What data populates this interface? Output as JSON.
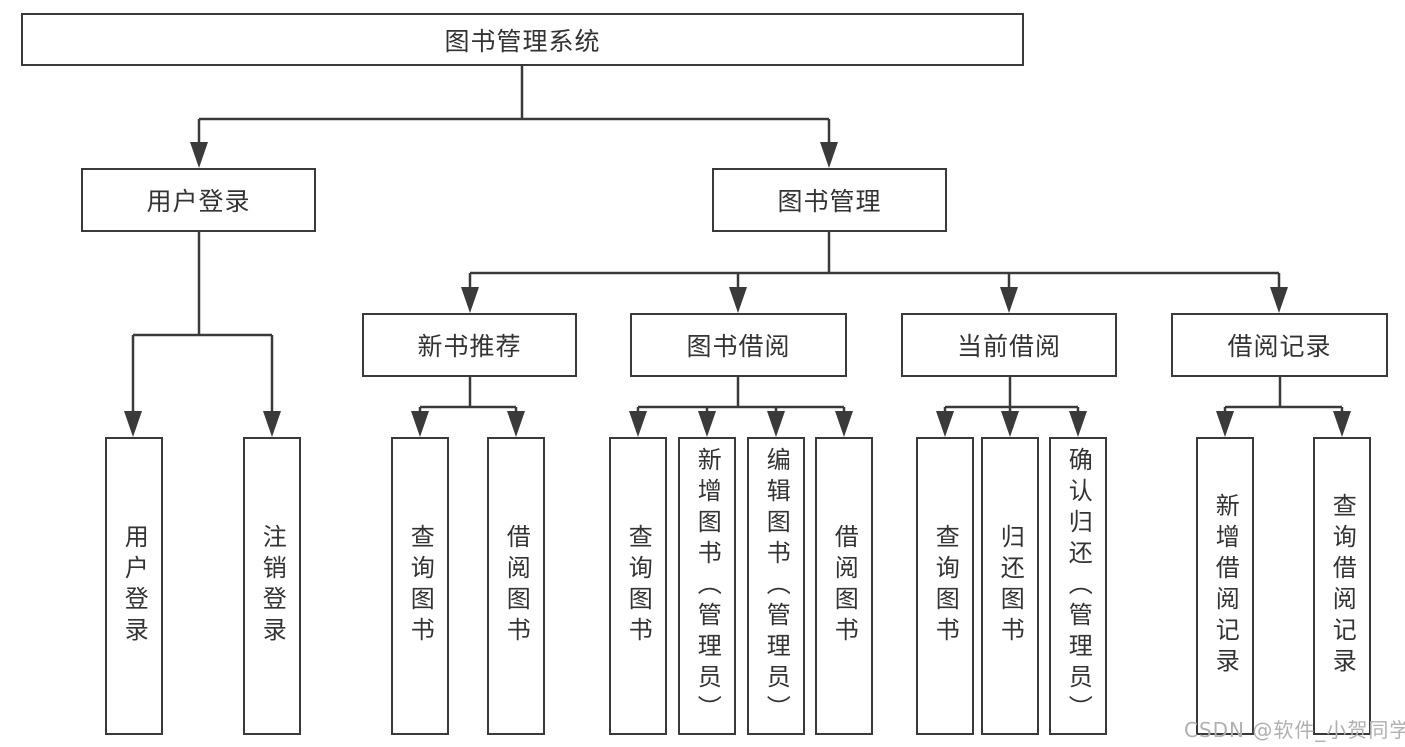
{
  "diagram_type": "hierarchy-functional-structure",
  "colors": {
    "line": "#3a3a3a",
    "box_border": "#3a3a3a",
    "box_fill": "#ffffff",
    "text": "#333333",
    "watermark": "#b0b0b0",
    "background": "#ffffff"
  },
  "watermark": {
    "text": "CSDN @软件_小贺同学"
  },
  "tree": {
    "root": {
      "label": "图书管理系统"
    },
    "user": {
      "label": "用户登录",
      "children": [
        {
          "label": "用户登录"
        },
        {
          "label": "注销登录"
        }
      ]
    },
    "book": {
      "label": "图书管理",
      "sections": [
        {
          "label": "新书推荐",
          "children": [
            {
              "label": "查询图书"
            },
            {
              "label": "借阅图书"
            }
          ]
        },
        {
          "label": "图书借阅",
          "children": [
            {
              "label": "查询图书"
            },
            {
              "label": "新增图书（管理员）"
            },
            {
              "label": "编辑图书（管理员）"
            },
            {
              "label": "借阅图书"
            }
          ]
        },
        {
          "label": "当前借阅",
          "children": [
            {
              "label": "查询图书"
            },
            {
              "label": "归还图书"
            },
            {
              "label": "确认归还（管理员）"
            }
          ]
        },
        {
          "label": "借阅记录",
          "children": [
            {
              "label": "新增借阅记录"
            },
            {
              "label": "查询借阅记录"
            }
          ]
        }
      ]
    }
  }
}
